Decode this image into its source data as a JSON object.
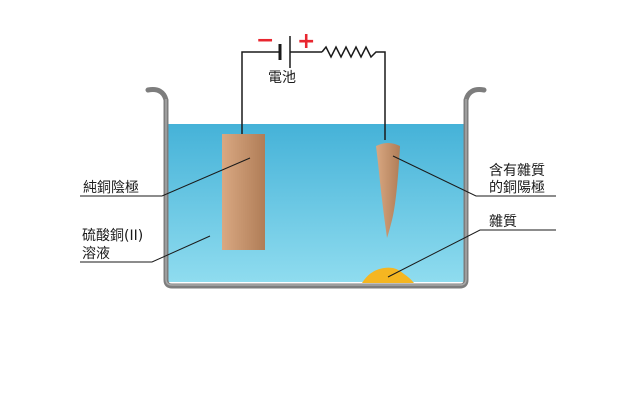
{
  "battery": {
    "label": "電池",
    "minus_sign": "−",
    "plus_sign": "+",
    "sign_color": "#e8262f"
  },
  "labels": {
    "cathode": "純銅陰極",
    "electrolyte_line1": "硫酸銅(II)",
    "electrolyte_line2": "溶液",
    "anode_line1": "含有雜質",
    "anode_line2": "的銅陽極",
    "impurity": "雜質"
  },
  "colors": {
    "solution_top": "#45b2d8",
    "solution_bottom": "#8fdcef",
    "container_stroke": "#7d7d7d",
    "copper_light": "#d9a882",
    "copper_dark": "#b07d57",
    "impurity": "#f5b621",
    "wire": "#1a1a1a"
  }
}
